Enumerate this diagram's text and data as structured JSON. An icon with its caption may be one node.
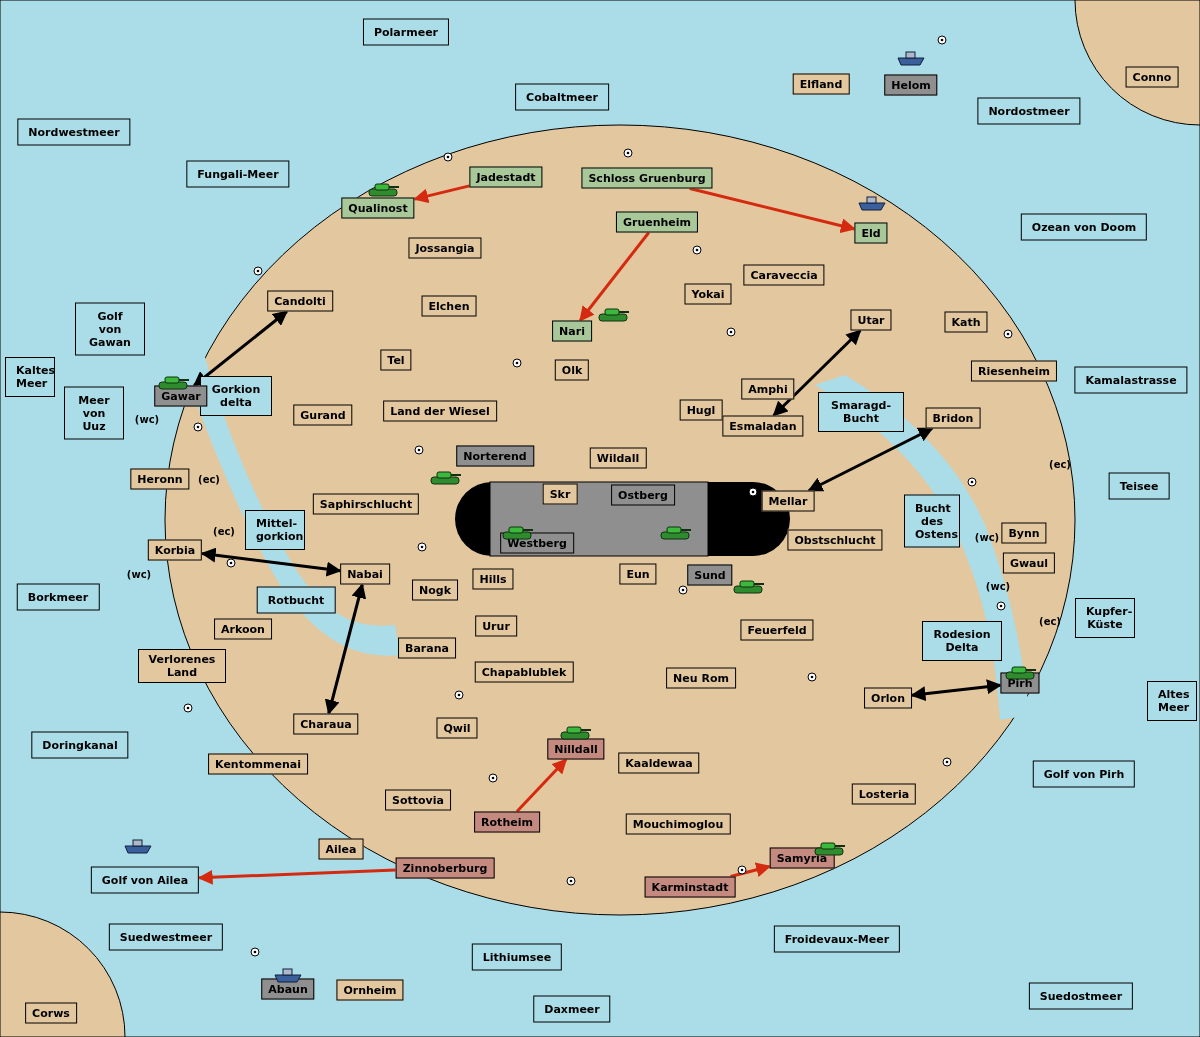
{
  "diagram": {
    "nodes": [
      {
        "text": [
          "Polarmeer"
        ]
      },
      {
        "text": [
          "Cobaltmeer"
        ]
      },
      {
        "text": [
          "Nordwestmeer"
        ]
      },
      {
        "text": [
          "Fungali-Meer"
        ]
      },
      {
        "text": [
          "Nordostmeer"
        ]
      },
      {
        "text": [
          "Ozean von Doom"
        ]
      },
      {
        "text": [
          "Golf von Gawan"
        ]
      },
      {
        "text": [
          "Kaltes Meer"
        ]
      },
      {
        "text": [
          "Meer von Uuz"
        ]
      },
      {
        "text": [
          "Gorkion delta"
        ]
      },
      {
        "text": [
          "Smaragd- Bucht"
        ]
      },
      {
        "text": [
          "Kamalastrasse"
        ]
      },
      {
        "text": [
          "Teisee"
        ]
      },
      {
        "text": [
          "Bucht des Ostens"
        ]
      },
      {
        "text": [
          "Mittel- gorkion"
        ]
      },
      {
        "text": [
          "Borkmeer"
        ]
      },
      {
        "text": [
          "Rotbucht"
        ]
      },
      {
        "text": [
          "Kupfer- Küste"
        ]
      },
      {
        "text": [
          "Rodesion Delta"
        ]
      },
      {
        "text": [
          "Altes Meer"
        ]
      },
      {
        "text": [
          "Doringkanal"
        ]
      },
      {
        "text": [
          "Golf von Pirh"
        ]
      },
      {
        "text": [
          "Golf von Ailea"
        ]
      },
      {
        "text": [
          "Suedwestmeer"
        ]
      },
      {
        "text": [
          "Lithiumsee"
        ]
      },
      {
        "text": [
          "Froidevaux-Meer"
        ]
      },
      {
        "text": [
          "Daxmeer"
        ]
      },
      {
        "text": [
          "Suedostmeer"
        ]
      },
      {
        "text": [
          "Conno"
        ]
      },
      {
        "text": [
          "Elfland"
        ]
      },
      {
        "text": [
          "Jossangia"
        ]
      },
      {
        "text": [
          "Candolti"
        ]
      },
      {
        "text": [
          "Caraveccia"
        ]
      },
      {
        "text": [
          "Yokai"
        ]
      },
      {
        "text": [
          "Elchen"
        ]
      },
      {
        "text": [
          "Utar"
        ]
      },
      {
        "text": [
          "Kath"
        ]
      },
      {
        "text": [
          "Tel"
        ]
      },
      {
        "text": [
          "Olk"
        ]
      },
      {
        "text": [
          "Riesenheim"
        ]
      },
      {
        "text": [
          "Amphi"
        ]
      },
      {
        "text": [
          "Land der Wiesel"
        ]
      },
      {
        "text": [
          "Hugl"
        ]
      },
      {
        "text": [
          "Gurand"
        ]
      },
      {
        "text": [
          "Bridon"
        ]
      },
      {
        "text": [
          "Esmaladan"
        ]
      },
      {
        "text": [
          "Wildall"
        ]
      },
      {
        "text": [
          "Heronn"
        ]
      },
      {
        "text": [
          "Skr"
        ]
      },
      {
        "text": [
          "Mellar"
        ]
      },
      {
        "text": [
          "Saphirschlucht"
        ]
      },
      {
        "text": [
          "Bynn"
        ]
      },
      {
        "text": [
          "Obstschlucht"
        ]
      },
      {
        "text": [
          "Korbia"
        ]
      },
      {
        "text": [
          "Gwaul"
        ]
      },
      {
        "text": [
          "Nabai"
        ]
      },
      {
        "text": [
          "Hills"
        ]
      },
      {
        "text": [
          "Eun"
        ]
      },
      {
        "text": [
          "Nogk"
        ]
      },
      {
        "text": [
          "Urur"
        ]
      },
      {
        "text": [
          "Arkoon"
        ]
      },
      {
        "text": [
          "Feuerfeld"
        ]
      },
      {
        "text": [
          "Barana"
        ]
      },
      {
        "text": [
          "Verlorenes Land"
        ]
      },
      {
        "text": [
          "Chapablublek"
        ]
      },
      {
        "text": [
          "Neu Rom"
        ]
      },
      {
        "text": [
          "Orlon"
        ]
      },
      {
        "text": [
          "Charaua"
        ]
      },
      {
        "text": [
          "Qwil"
        ]
      },
      {
        "text": [
          "Kaaldewaa"
        ]
      },
      {
        "text": [
          "Kentommenai"
        ]
      },
      {
        "text": [
          "Losteria"
        ]
      },
      {
        "text": [
          "Sottovia"
        ]
      },
      {
        "text": [
          "Mouchimoglou"
        ]
      },
      {
        "text": [
          "Ailea"
        ]
      },
      {
        "text": [
          "Ornheim"
        ]
      },
      {
        "text": [
          "Corws"
        ]
      },
      {
        "text": [
          "Qualinost"
        ]
      },
      {
        "text": [
          "Jadestadt"
        ]
      },
      {
        "text": [
          "Schloss Gruenburg"
        ]
      },
      {
        "text": [
          "Gruenheim"
        ]
      },
      {
        "text": [
          "Eld"
        ]
      },
      {
        "text": [
          "Nari"
        ]
      },
      {
        "text": [
          "Helom"
        ]
      },
      {
        "text": [
          "Gawar"
        ]
      },
      {
        "text": [
          "Norterend"
        ]
      },
      {
        "text": [
          "Ostberg"
        ]
      },
      {
        "text": [
          "Westberg"
        ]
      },
      {
        "text": [
          "Sund"
        ]
      },
      {
        "text": [
          "Pirh"
        ]
      },
      {
        "text": [
          "Abaun"
        ]
      },
      {
        "text": [
          "Nilldall"
        ]
      },
      {
        "text": [
          "Rotheim"
        ]
      },
      {
        "text": [
          "Zinnoberburg"
        ]
      },
      {
        "text": [
          "Samyria"
        ]
      },
      {
        "text": [
          "Karminstadt"
        ]
      }
    ],
    "edges": [
      {
        "from": 78,
        "to": 77,
        "arrow": "to",
        "color": "#d42a10"
      },
      {
        "from": 79,
        "to": 81,
        "arrow": "to",
        "color": "#d42a10"
      },
      {
        "from": 80,
        "to": 82,
        "arrow": "to",
        "color": "#d42a10"
      },
      {
        "from": 92,
        "to": 91,
        "arrow": "to",
        "color": "#d42a10"
      },
      {
        "from": 93,
        "to": 22,
        "arrow": "to",
        "color": "#d42a10"
      },
      {
        "from": 95,
        "to": 94,
        "arrow": "to",
        "color": "#d42a10"
      },
      {
        "from": 84,
        "to": 31,
        "arrow": "both",
        "color": "#000000"
      },
      {
        "from": 53,
        "to": 55,
        "arrow": "both",
        "color": "#000000"
      },
      {
        "from": 67,
        "to": 55,
        "arrow": "both",
        "color": "#000000"
      },
      {
        "from": 45,
        "to": 35,
        "arrow": "both",
        "color": "#000000"
      },
      {
        "from": 49,
        "to": 44,
        "arrow": "both",
        "color": "#000000"
      },
      {
        "from": 66,
        "to": 89,
        "arrow": "both",
        "color": "#000000"
      }
    ],
    "labels": [
      "(wc)",
      "(ec)",
      "(ec)",
      "(wc)",
      "(ec)",
      "(wc)",
      "(wc)",
      "(ec)"
    ]
  }
}
